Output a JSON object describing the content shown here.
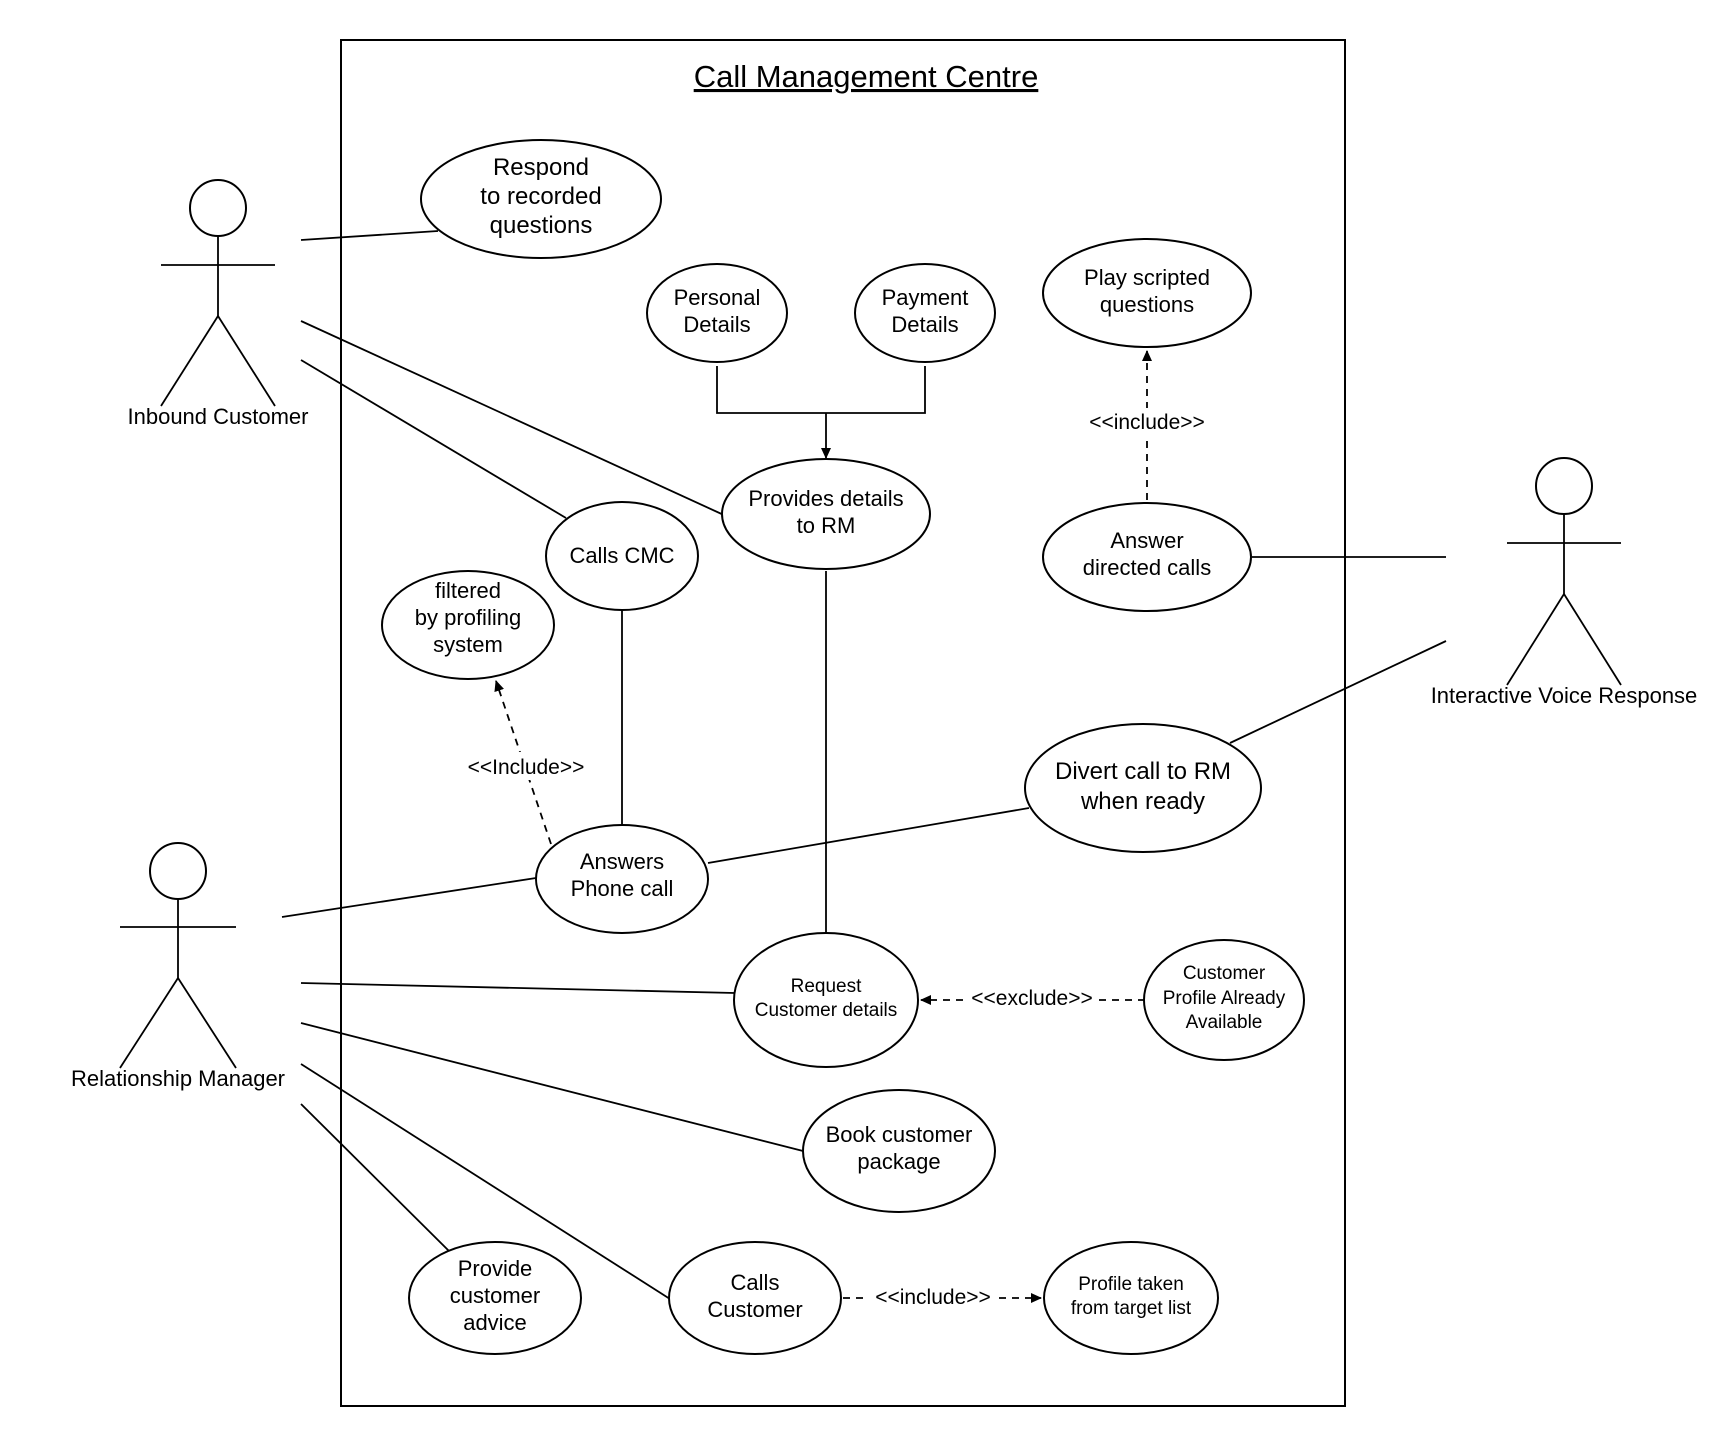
{
  "diagram": {
    "system_title": "Call Management Centre",
    "actors": {
      "inbound_customer": "Inbound Customer",
      "relationship_manager": "Relationship Manager",
      "ivr": "Interactive Voice Response"
    },
    "use_cases": {
      "respond": [
        "Respond",
        "to recorded",
        "questions"
      ],
      "personal": [
        "Personal",
        "Details"
      ],
      "payment": [
        "Payment",
        "Details"
      ],
      "play": [
        "Play scripted",
        "questions"
      ],
      "provides": [
        "Provides details",
        "to RM"
      ],
      "calls_cmc": [
        "Calls CMC"
      ],
      "answer_directed": [
        "Answer",
        "directed calls"
      ],
      "filtered": [
        "filtered",
        "by profiling",
        "system"
      ],
      "divert": [
        "Divert call to RM",
        "when ready"
      ],
      "answers_phone": [
        "Answers",
        "Phone call"
      ],
      "request": [
        "Request",
        "Customer details"
      ],
      "profile_available": [
        "Customer",
        "Profile Already",
        "Available"
      ],
      "book": [
        "Book customer",
        "package"
      ],
      "provide_advice": [
        "Provide",
        "customer",
        "advice"
      ],
      "calls_customer": [
        "Calls",
        "Customer"
      ],
      "profile_target": [
        "Profile taken",
        "from target list"
      ]
    },
    "relationships": {
      "include_play": "<<include>>",
      "include_filtered": "<<Include>>",
      "exclude_request": "<<exclude>>",
      "include_profile": "<<include>>"
    }
  }
}
